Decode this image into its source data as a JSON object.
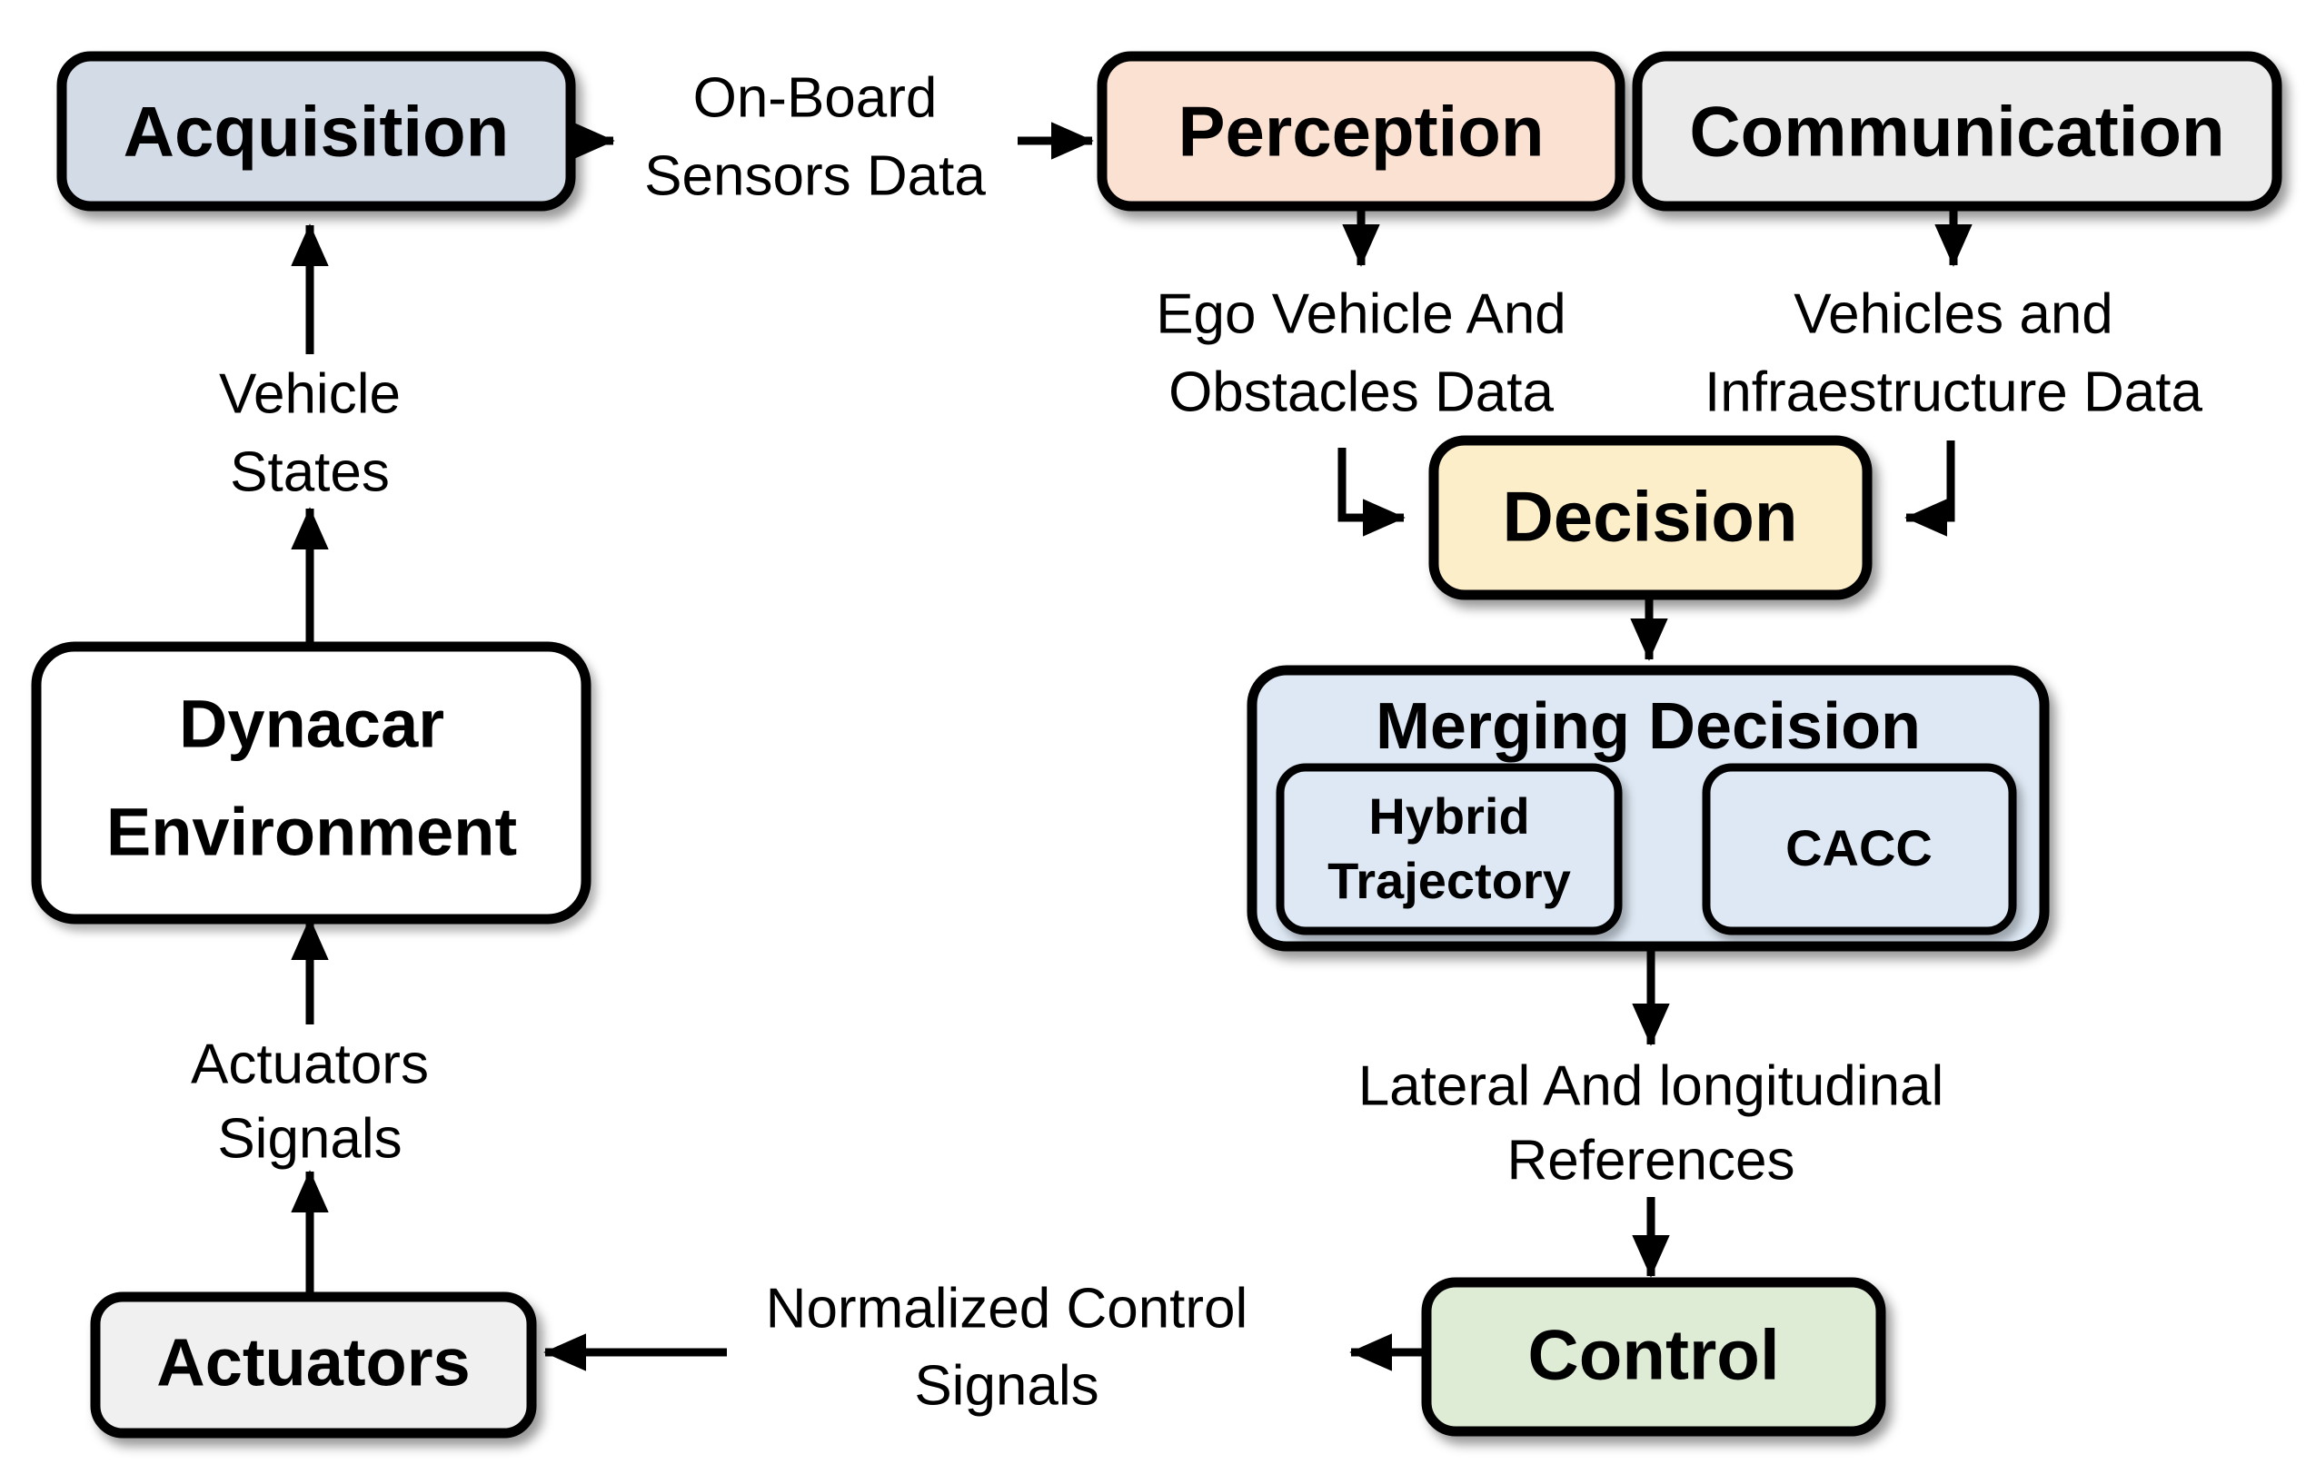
{
  "diagram": {
    "title": "Dynacar cooperative merging architecture block diagram",
    "background_color": "#ffffff",
    "line_color": "#000000"
  },
  "nodes": {
    "acquisition": {
      "label": "Acquisition",
      "fill": "#d3dbe6"
    },
    "perception": {
      "label": "Perception",
      "fill": "#fae1d2"
    },
    "communication": {
      "label": "Communication",
      "fill": "#ebebeb"
    },
    "decision": {
      "label": "Decision",
      "fill": "#fceec8"
    },
    "merging_decision": {
      "label": "Merging Decision",
      "fill": "#dde8f4"
    },
    "hybrid_trajectory": {
      "label_line1": "Hybrid",
      "label_line2": "Trajectory",
      "fill": "#dde8f4"
    },
    "cacc": {
      "label": "CACC",
      "fill": "#dde8f4"
    },
    "control": {
      "label": "Control",
      "fill": "#dfecd5"
    },
    "actuators": {
      "label": "Actuators",
      "fill": "#f0f0f0"
    },
    "dynacar_environment": {
      "label_line1": "Dynacar",
      "label_line2": "Environment",
      "fill": "#ffffff"
    }
  },
  "edge_labels": {
    "on_board_sensors_data": {
      "line1": "On-Board",
      "line2": "Sensors Data"
    },
    "vehicle_states": {
      "line1": "Vehicle",
      "line2": "States"
    },
    "ego_vehicle_obstacles_data": {
      "line1": "Ego Vehicle And",
      "line2": "Obstacles Data"
    },
    "vehicles_infrastructure_data": {
      "line1": "Vehicles and",
      "line2": "Infraestructure Data"
    },
    "lateral_longitudinal_references": {
      "line1": "Lateral And longitudinal",
      "line2": "References"
    },
    "actuators_signals": {
      "line1": "Actuators",
      "line2": "Signals"
    },
    "normalized_control_signals": {
      "line1": "Normalized Control",
      "line2": "Signals"
    }
  }
}
